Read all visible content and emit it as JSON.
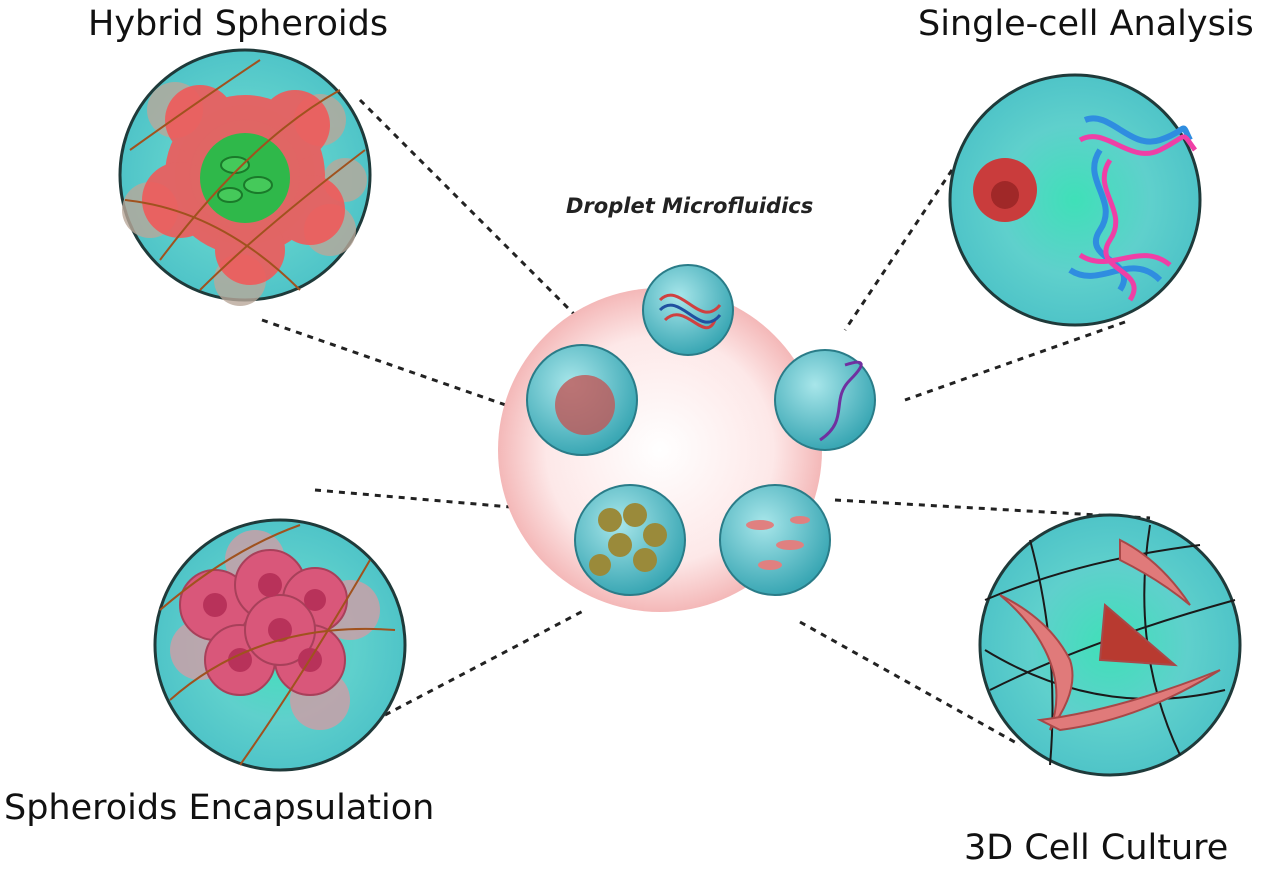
{
  "title": "Droplet Microfluidics",
  "applications": {
    "hybrid_spheroids": "Hybrid Spheroids",
    "single_cell": "Single-cell Analysis",
    "spheroids_encapsulation": "Spheroids Encapsulation",
    "cell_culture_3d": "3D Cell Culture"
  },
  "colors": {
    "droplet_fill": "#5fd0cc",
    "droplet_stroke": "#1f3a3a",
    "central_glow": "#f6c7c7",
    "tumor_red": "#f05a5a",
    "core_green": "#2fb84a",
    "cell_pink": "#d9577a",
    "dna_blue": "#2f8de0",
    "dna_magenta": "#ef3fa6",
    "fibroblast": "#e07a7a"
  }
}
